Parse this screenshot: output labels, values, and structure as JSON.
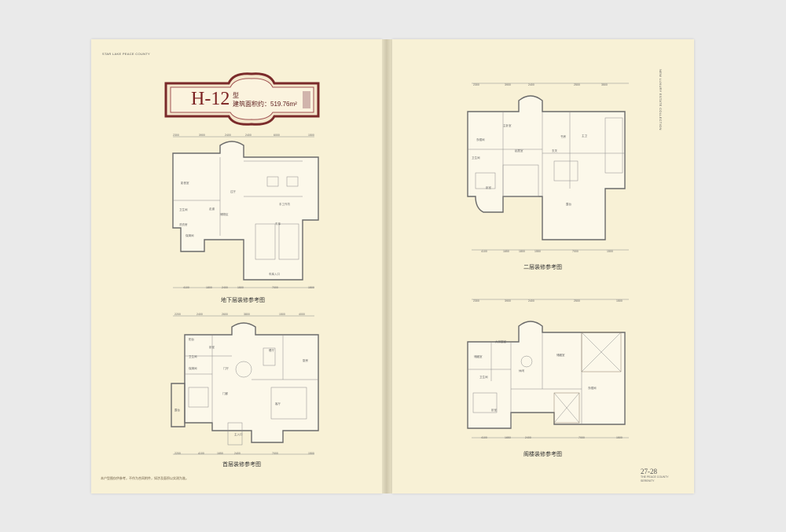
{
  "header": {
    "left_running_title": "STAR LAKE PEACE COUNTY",
    "right_running_title": "NEW LUXURY ESTATE COLLECTION"
  },
  "title_block": {
    "model": "H-12",
    "model_suffix": "型",
    "area_label": "建筑面积约：519.76m²"
  },
  "plans": {
    "basement": {
      "caption": "地下层装修参考图",
      "rooms": [
        "影音室",
        "过厅",
        "走道",
        "卫生间",
        "洗衣房",
        "保姆间",
        "储物区",
        "手工作坊",
        "车库",
        "车库入口"
      ],
      "top_dims": [
        "2300",
        "3900",
        "2400",
        "2400",
        "6000",
        "1500"
      ],
      "bottom_dims": [
        "4100",
        "1800",
        "2400",
        "1500",
        "7000",
        "1500"
      ]
    },
    "ground": {
      "caption": "首层装修参考图",
      "rooms": [
        "阳台",
        "卧室",
        "卫生间",
        "保姆间",
        "门厅",
        "门廊",
        "客厅",
        "厨房",
        "餐厅",
        "主入口",
        "露台"
      ],
      "top_dims": [
        "2200",
        "2400",
        "2600",
        "3800",
        "1500",
        "4000"
      ],
      "bottom_dims": [
        "2200",
        "4100",
        "1650",
        "2400",
        "7000",
        "1500"
      ]
    },
    "second": {
      "caption": "二层装修参考图",
      "rooms": [
        "主卧室",
        "衣帽间",
        "起居室",
        "书房",
        "卫生间",
        "主卫",
        "卧室",
        "露台",
        "玄关"
      ],
      "top_dims": [
        "2300",
        "3900",
        "2400",
        "2500",
        "3500"
      ],
      "bottom_dims": [
        "4100",
        "1650",
        "1800",
        "1550",
        "7000",
        "1500"
      ]
    },
    "attic": {
      "caption": "阁楼装修参考图",
      "rooms": [
        "大家庭室",
        "储藏室",
        "休闲",
        "卫生间",
        "卧室",
        "储藏室",
        "衣帽间"
      ],
      "top_dims": [
        "2300",
        "3900",
        "2400",
        "2500",
        "1500"
      ],
      "bottom_dims": [
        "4100",
        "1650",
        "2400",
        "7000",
        "1500"
      ]
    }
  },
  "footnote": "本户型图仅供参考，不作为合同附件，如涉及面积以实测为准。",
  "page_number": {
    "number": "27-28",
    "line1": "THE PEACE COUNTY",
    "line2": "SERENITY"
  },
  "colors": {
    "page": "#f8f1d6",
    "frame": "#7a2a2a",
    "wall": "#6a6a6a"
  }
}
